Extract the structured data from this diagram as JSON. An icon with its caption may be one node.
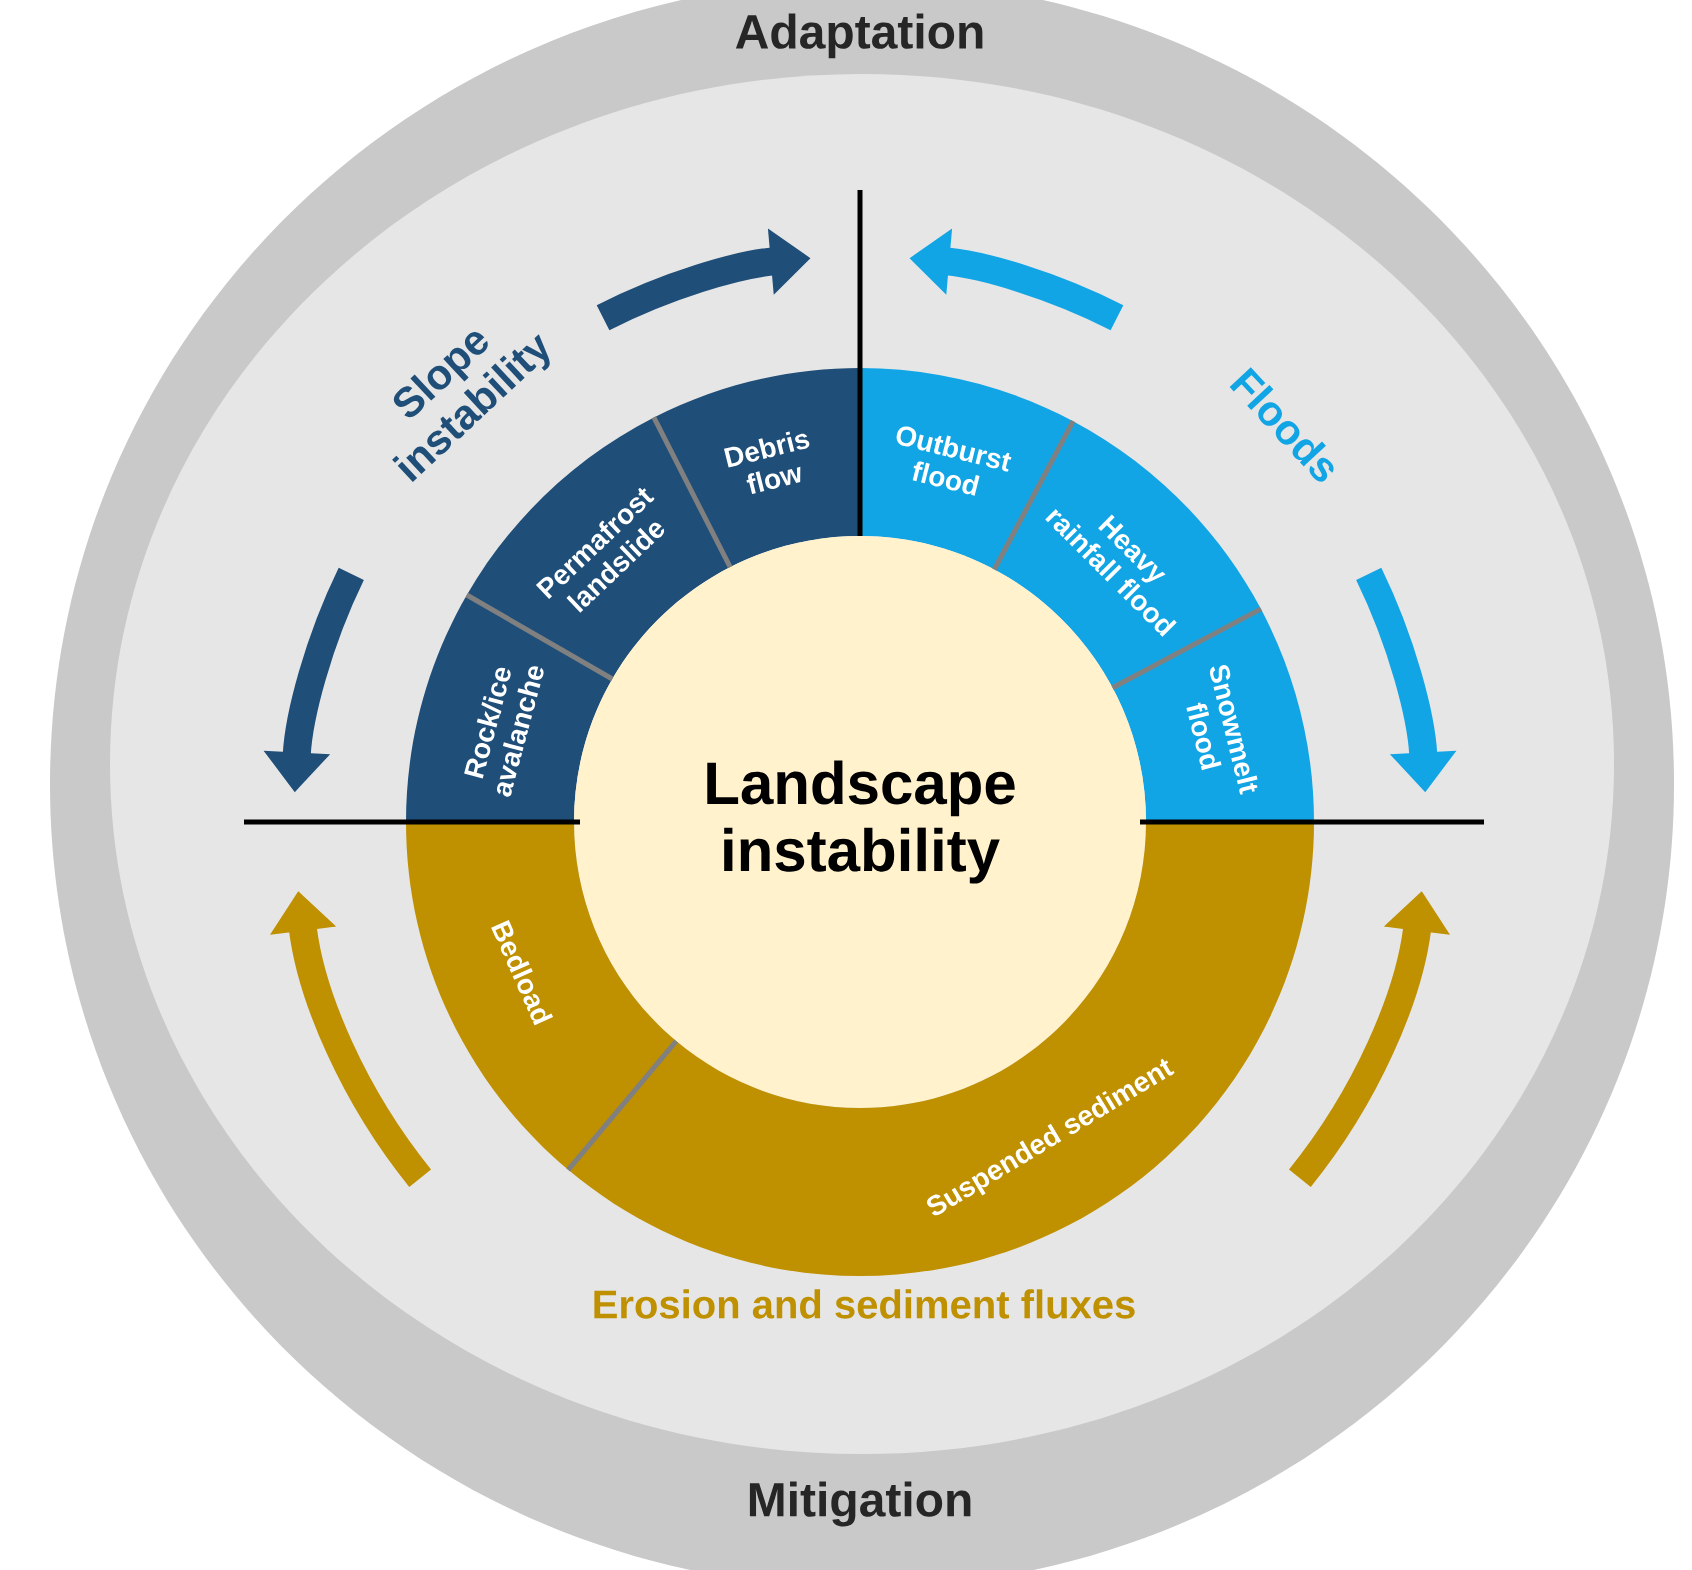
{
  "diagram": {
    "nodes": [
      {
        "text": [
          "Adaptation",
          "Mitigation"
        ]
      },
      {
        "text": [
          "Slope instability",
          "Floods",
          "Erosion and sediment fluxes"
        ],
        "in": 0
      },
      {
        "text": [
          "Rock/ice avalanche"
        ],
        "in": 1
      },
      {
        "text": [
          "Permafrost landslide"
        ],
        "in": 1
      },
      {
        "text": [
          "Debris flow"
        ],
        "in": 1
      },
      {
        "text": [
          "Outburst flood"
        ],
        "in": 1
      },
      {
        "text": [
          "Heavy rainfall flood"
        ],
        "in": 1
      },
      {
        "text": [
          "Snowmelt flood"
        ],
        "in": 1
      },
      {
        "text": [
          "Landscape instability"
        ],
        "in": 1
      },
      {
        "text": [
          "Bedload"
        ],
        "in": 1
      },
      {
        "text": [
          "Suspended sediment"
        ],
        "in": 1
      }
    ]
  }
}
